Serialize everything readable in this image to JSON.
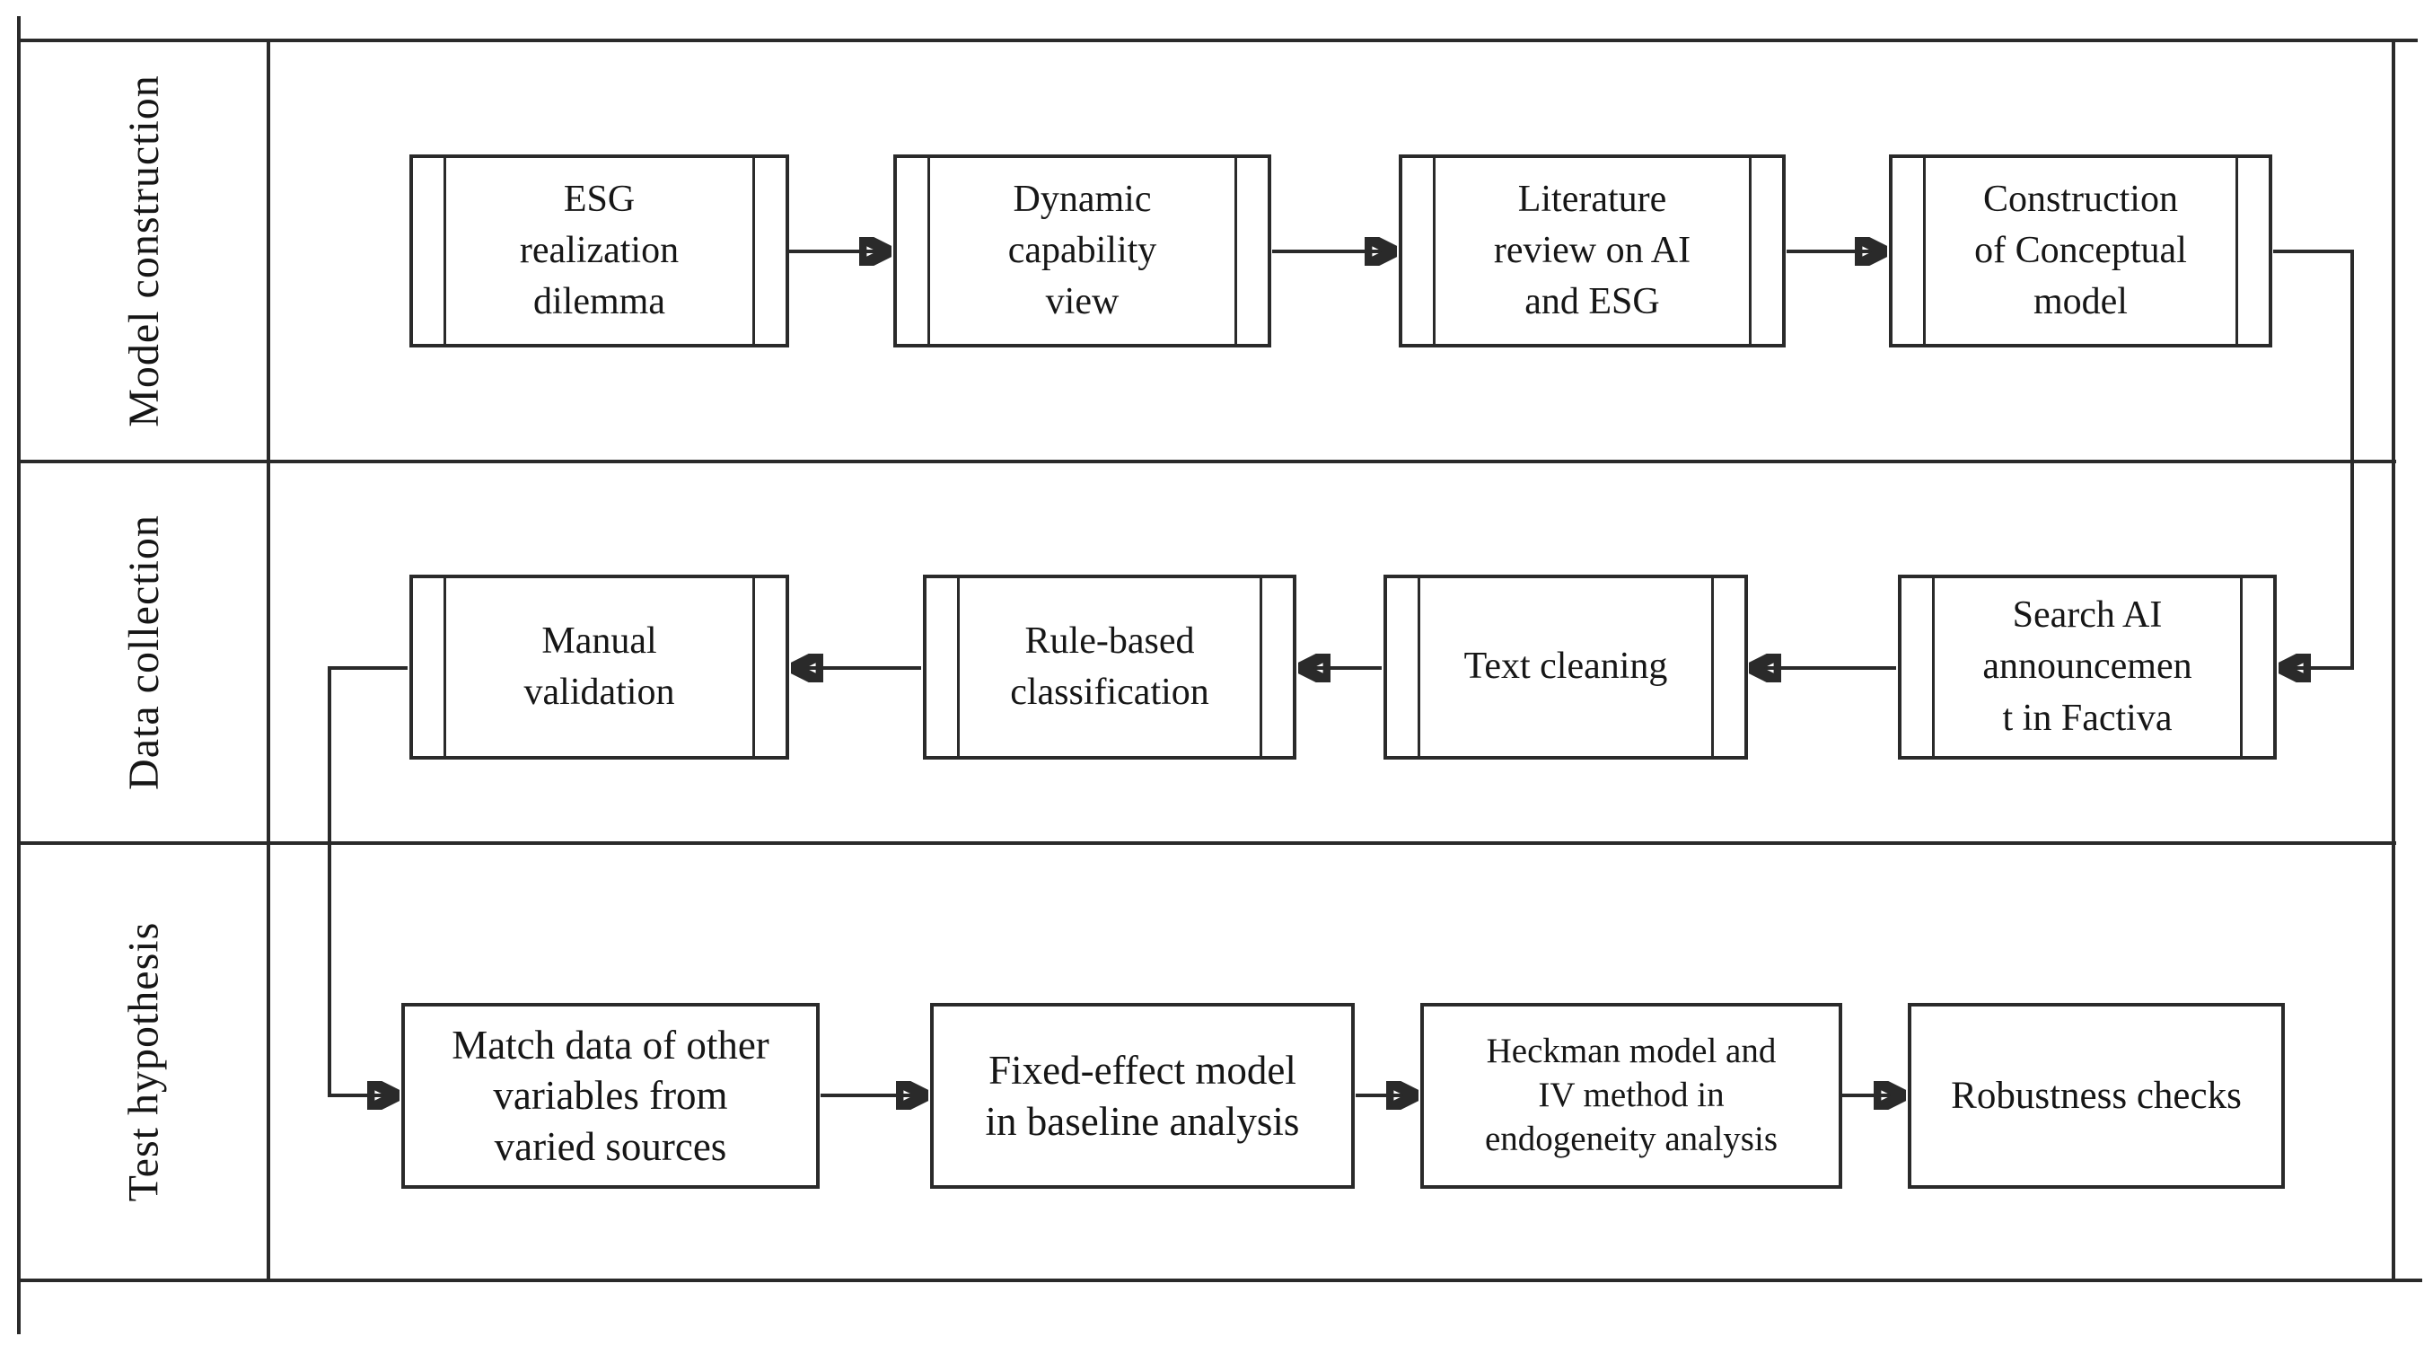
{
  "colors": {
    "ink": "#2a2a2a",
    "paper": "#ffffff"
  },
  "lanes": [
    {
      "label": "Model construction",
      "boxes": [
        {
          "text": "ESG\nrealization\ndilemma"
        },
        {
          "text": "Dynamic\ncapability\nview"
        },
        {
          "text": "Literature\nreview on AI\nand ESG"
        },
        {
          "text": "Construction\nof Conceptual\nmodel"
        }
      ]
    },
    {
      "label": "Data collection",
      "boxes": [
        {
          "text": "Search AI\nannouncemen\nt in Factiva"
        },
        {
          "text": "Text cleaning"
        },
        {
          "text": "Rule-based\nclassification"
        },
        {
          "text": "Manual\nvalidation"
        }
      ]
    },
    {
      "label": "Test hypothesis",
      "boxes": [
        {
          "text": "Match data of other\nvariables from\nvaried sources"
        },
        {
          "text": "Fixed-effect model\nin baseline analysis"
        },
        {
          "text": "Heckman model and\nIV method in\nendogeneity analysis"
        },
        {
          "text": "Robustness checks"
        }
      ]
    }
  ]
}
